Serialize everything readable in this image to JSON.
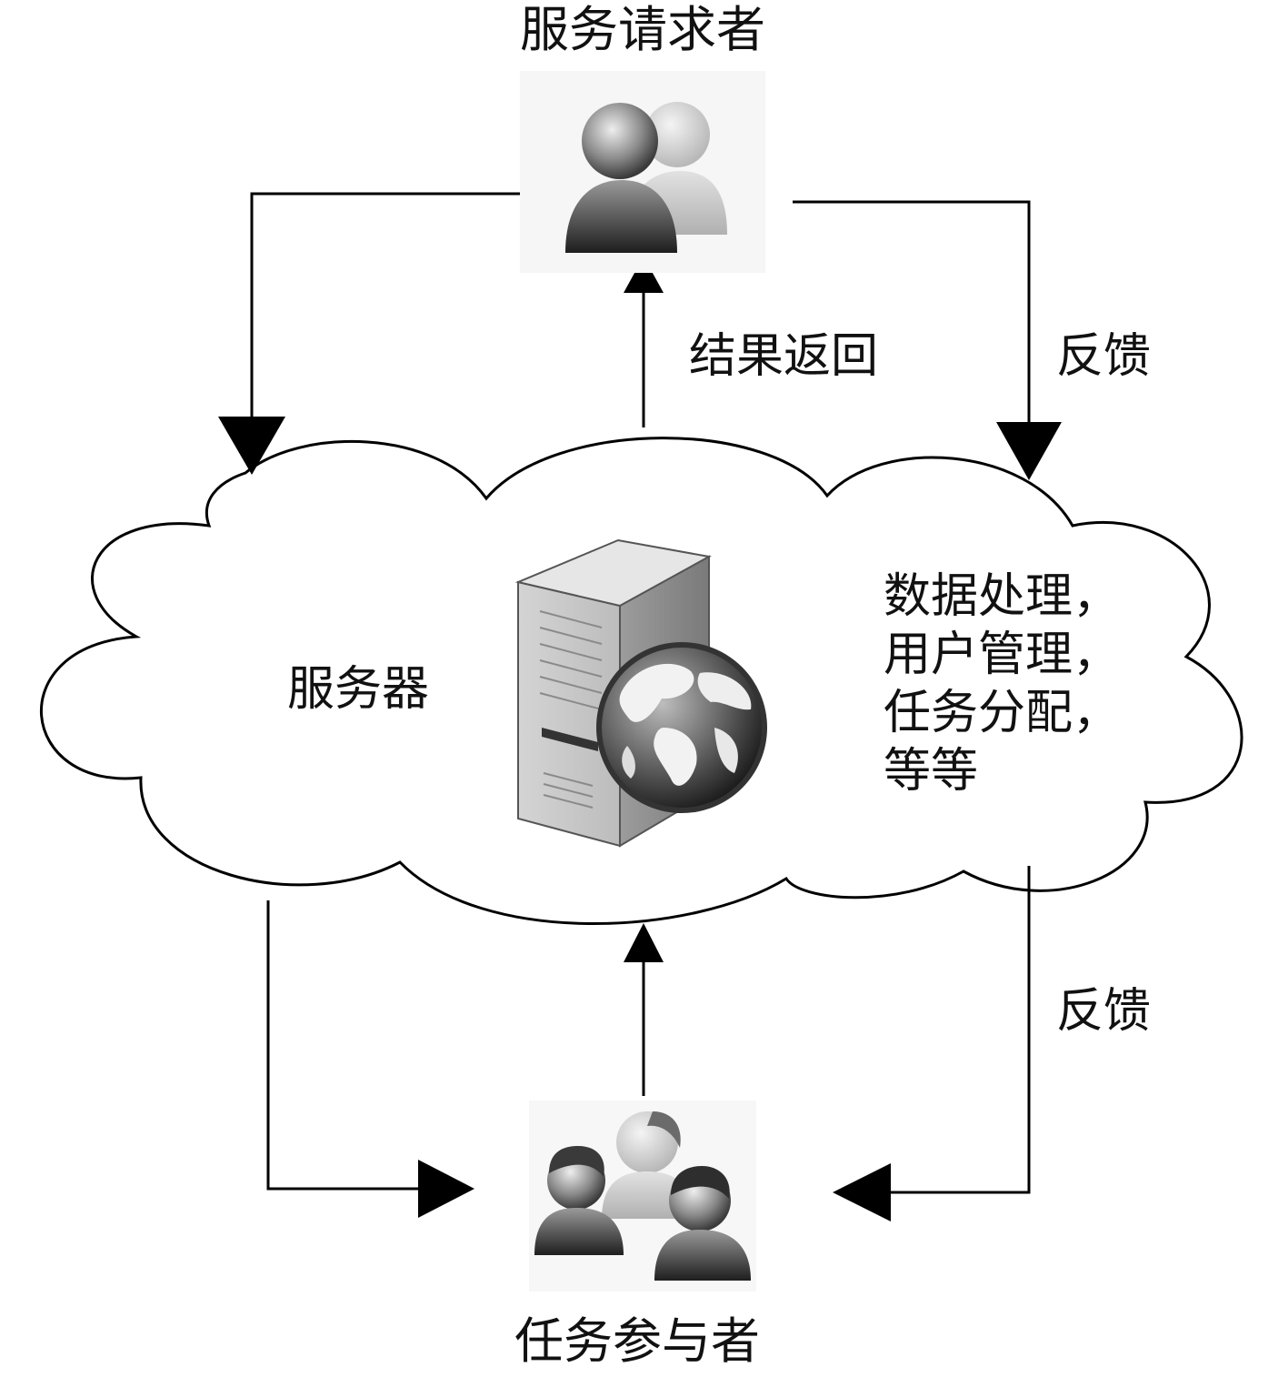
{
  "nodes": {
    "requester": {
      "label": "服务请求者",
      "icon": "two-users-icon"
    },
    "server": {
      "label": "服务器",
      "icon": "web-server-globe-icon"
    },
    "participants": {
      "label": "任务参与者",
      "icon": "user-group-icon"
    }
  },
  "annotations": {
    "server_functions": "数据处理，\n用户管理，\n任务分配，\n等等"
  },
  "edges": {
    "result_return": "结果返回",
    "feedback_top": "反馈",
    "feedback_bottom": "反馈"
  },
  "colors": {
    "line": "#000000",
    "cloud_fill": "#ffffff",
    "text": "#111111"
  }
}
